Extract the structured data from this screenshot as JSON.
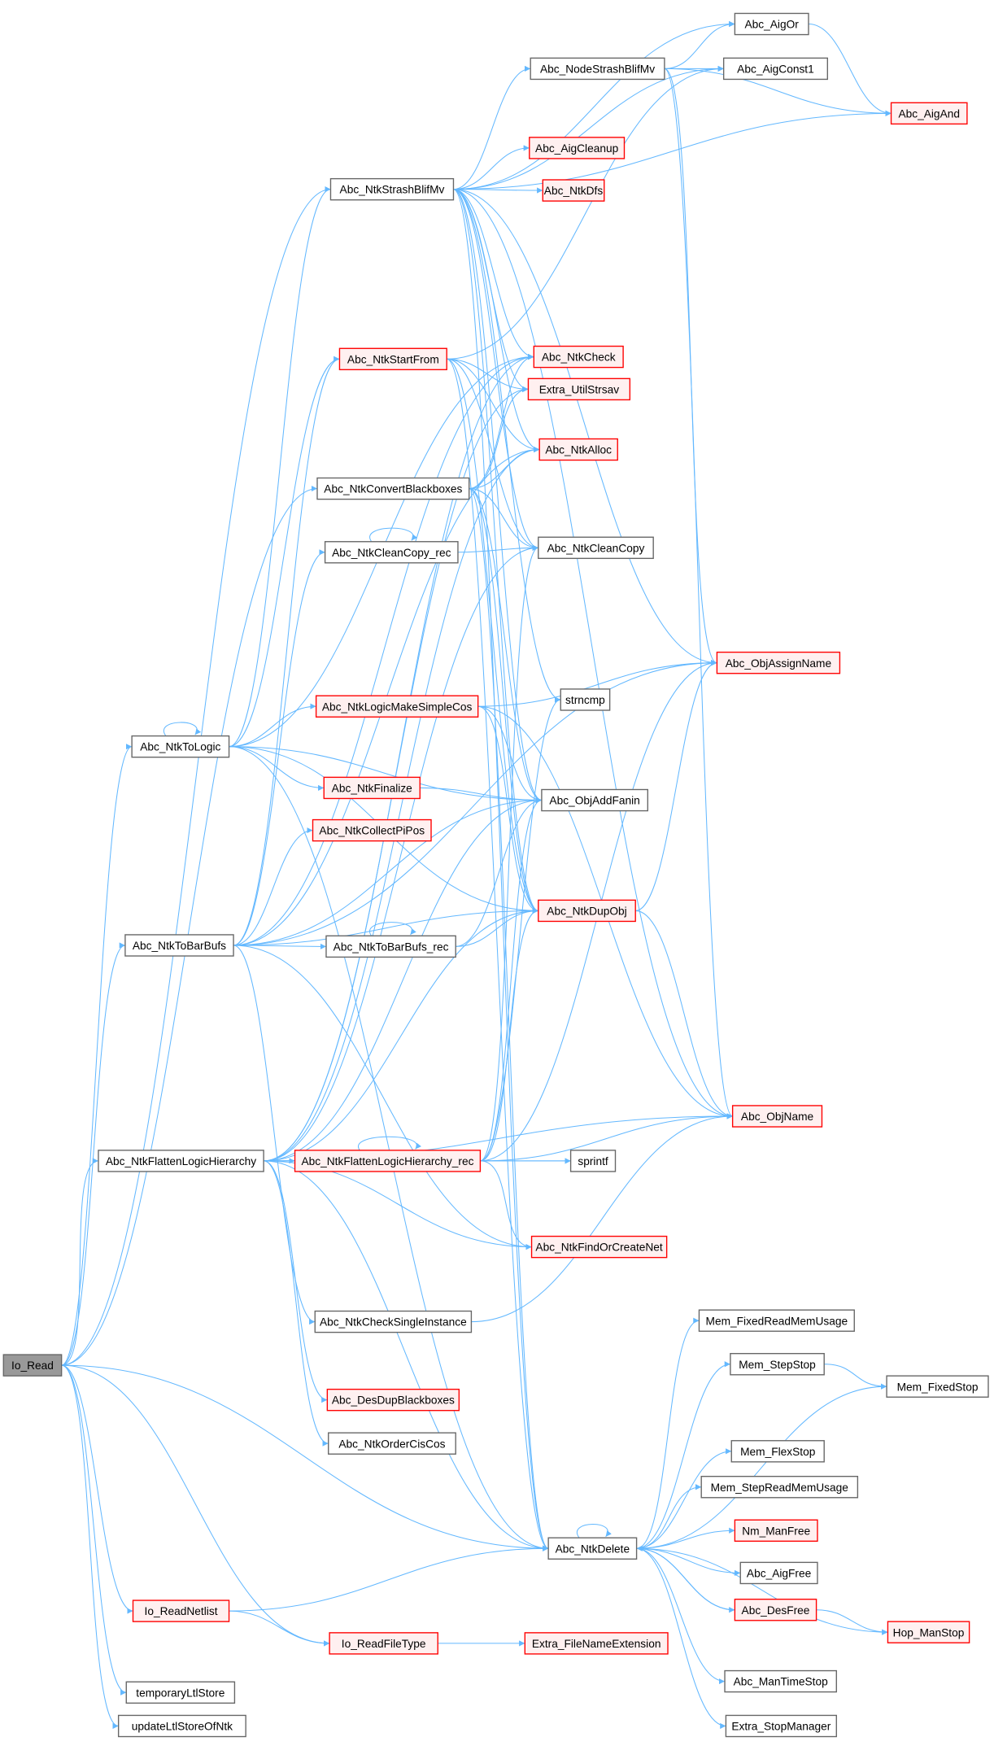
{
  "graph": {
    "root": "Io_Read",
    "colors": {
      "edge": "#63b8ff",
      "root_fill": "#999999",
      "red_stroke": "#ff0000",
      "red_fill": "#fff0f0",
      "normal_stroke": "#666666"
    },
    "nodes": [
      {
        "id": "Io_Read",
        "label": "Io_Read",
        "red": false,
        "root": true
      },
      {
        "id": "Abc_AigOr",
        "label": "Abc_AigOr",
        "red": false
      },
      {
        "id": "Abc_AigConst1",
        "label": "Abc_AigConst1",
        "red": false
      },
      {
        "id": "Abc_NodeStrashBlifMv",
        "label": "Abc_NodeStrashBlifMv",
        "red": false
      },
      {
        "id": "Abc_AigAnd",
        "label": "Abc_AigAnd",
        "red": true
      },
      {
        "id": "Abc_AigCleanup",
        "label": "Abc_AigCleanup",
        "red": true
      },
      {
        "id": "Abc_NtkDfs",
        "label": "Abc_NtkDfs",
        "red": true
      },
      {
        "id": "Abc_NtkStrashBlifMv",
        "label": "Abc_NtkStrashBlifMv",
        "red": false
      },
      {
        "id": "Abc_NtkCheck",
        "label": "Abc_NtkCheck",
        "red": true
      },
      {
        "id": "Extra_UtilStrsav",
        "label": "Extra_UtilStrsav",
        "red": true
      },
      {
        "id": "Abc_NtkStartFrom",
        "label": "Abc_NtkStartFrom",
        "red": true
      },
      {
        "id": "Abc_NtkAlloc",
        "label": "Abc_NtkAlloc",
        "red": true
      },
      {
        "id": "Abc_NtkConvertBlackboxes",
        "label": "Abc_NtkConvertBlackboxes",
        "red": false
      },
      {
        "id": "Abc_NtkCleanCopy",
        "label": "Abc_NtkCleanCopy",
        "red": false
      },
      {
        "id": "Abc_NtkCleanCopy_rec",
        "label": "Abc_NtkCleanCopy_rec",
        "red": false
      },
      {
        "id": "Abc_ObjAssignName",
        "label": "Abc_ObjAssignName",
        "red": true
      },
      {
        "id": "strncmp",
        "label": "strncmp",
        "red": false
      },
      {
        "id": "Abc_NtkLogicMakeSimpleCos",
        "label": "Abc_NtkLogicMakeSimpleCos",
        "red": true
      },
      {
        "id": "Abc_NtkToLogic",
        "label": "Abc_NtkToLogic",
        "red": false
      },
      {
        "id": "Abc_NtkFinalize",
        "label": "Abc_NtkFinalize",
        "red": true
      },
      {
        "id": "Abc_ObjAddFanin",
        "label": "Abc_ObjAddFanin",
        "red": false
      },
      {
        "id": "Abc_NtkCollectPiPos",
        "label": "Abc_NtkCollectPiPos",
        "red": true
      },
      {
        "id": "Abc_NtkDupObj",
        "label": "Abc_NtkDupObj",
        "red": true
      },
      {
        "id": "Abc_NtkToBarBufs",
        "label": "Abc_NtkToBarBufs",
        "red": false
      },
      {
        "id": "Abc_NtkToBarBufs_rec",
        "label": "Abc_NtkToBarBufs_rec",
        "red": false
      },
      {
        "id": "Abc_ObjName",
        "label": "Abc_ObjName",
        "red": true
      },
      {
        "id": "Abc_NtkFlattenLogicHierarchy",
        "label": "Abc_NtkFlattenLogicHierarchy",
        "red": false
      },
      {
        "id": "Abc_NtkFlattenLogicHierarchy_rec",
        "label": "Abc_NtkFlattenLogicHierarchy_rec",
        "red": true
      },
      {
        "id": "sprintf",
        "label": "sprintf",
        "red": false
      },
      {
        "id": "Abc_NtkFindOrCreateNet",
        "label": "Abc_NtkFindOrCreateNet",
        "red": true
      },
      {
        "id": "Abc_NtkCheckSingleInstance",
        "label": "Abc_NtkCheckSingleInstance",
        "red": false
      },
      {
        "id": "Mem_FixedReadMemUsage",
        "label": "Mem_FixedReadMemUsage",
        "red": false
      },
      {
        "id": "Mem_StepStop",
        "label": "Mem_StepStop",
        "red": false
      },
      {
        "id": "Mem_FixedStop",
        "label": "Mem_FixedStop",
        "red": false
      },
      {
        "id": "Abc_DesDupBlackboxes",
        "label": "Abc_DesDupBlackboxes",
        "red": true
      },
      {
        "id": "Mem_FlexStop",
        "label": "Mem_FlexStop",
        "red": false
      },
      {
        "id": "Abc_NtkOrderCisCos",
        "label": "Abc_NtkOrderCisCos",
        "red": false
      },
      {
        "id": "Mem_StepReadMemUsage",
        "label": "Mem_StepReadMemUsage",
        "red": false
      },
      {
        "id": "Nm_ManFree",
        "label": "Nm_ManFree",
        "red": true
      },
      {
        "id": "Abc_NtkDelete",
        "label": "Abc_NtkDelete",
        "red": false
      },
      {
        "id": "Abc_AigFree",
        "label": "Abc_AigFree",
        "red": false
      },
      {
        "id": "Abc_DesFree",
        "label": "Abc_DesFree",
        "red": true
      },
      {
        "id": "Hop_ManStop",
        "label": "Hop_ManStop",
        "red": true
      },
      {
        "id": "Io_ReadNetlist",
        "label": "Io_ReadNetlist",
        "red": true
      },
      {
        "id": "Io_ReadFileType",
        "label": "Io_ReadFileType",
        "red": true
      },
      {
        "id": "Extra_FileNameExtension",
        "label": "Extra_FileNameExtension",
        "red": true
      },
      {
        "id": "temporaryLtlStore",
        "label": "temporaryLtlStore",
        "red": false
      },
      {
        "id": "Abc_ManTimeStop",
        "label": "Abc_ManTimeStop",
        "red": false
      },
      {
        "id": "updateLtlStoreOfNtk",
        "label": "updateLtlStoreOfNtk",
        "red": false
      },
      {
        "id": "Extra_StopManager",
        "label": "Extra_StopManager",
        "red": false
      }
    ],
    "edges": [
      [
        "Io_Read",
        "Abc_NtkStrashBlifMv"
      ],
      [
        "Io_Read",
        "Abc_NtkToLogic"
      ],
      [
        "Io_Read",
        "Abc_NtkConvertBlackboxes"
      ],
      [
        "Io_Read",
        "Abc_NtkToBarBufs"
      ],
      [
        "Io_Read",
        "Abc_NtkFlattenLogicHierarchy"
      ],
      [
        "Io_Read",
        "Abc_NtkDelete"
      ],
      [
        "Io_Read",
        "Io_ReadNetlist"
      ],
      [
        "Io_Read",
        "Io_ReadFileType"
      ],
      [
        "Io_Read",
        "temporaryLtlStore"
      ],
      [
        "Io_Read",
        "updateLtlStoreOfNtk"
      ],
      [
        "Abc_NtkStrashBlifMv",
        "Abc_AigOr"
      ],
      [
        "Abc_NtkStrashBlifMv",
        "Abc_AigConst1"
      ],
      [
        "Abc_NtkStrashBlifMv",
        "Abc_NodeStrashBlifMv"
      ],
      [
        "Abc_NtkStrashBlifMv",
        "Abc_AigAnd"
      ],
      [
        "Abc_NtkStrashBlifMv",
        "Abc_AigCleanup"
      ],
      [
        "Abc_NtkStrashBlifMv",
        "Abc_NtkDfs"
      ],
      [
        "Abc_NtkStrashBlifMv",
        "Abc_NtkCheck"
      ],
      [
        "Abc_NtkStrashBlifMv",
        "Extra_UtilStrsav"
      ],
      [
        "Abc_NtkStrashBlifMv",
        "Abc_NtkAlloc"
      ],
      [
        "Abc_NtkStrashBlifMv",
        "Abc_NtkCleanCopy"
      ],
      [
        "Abc_NtkStrashBlifMv",
        "Abc_ObjAssignName"
      ],
      [
        "Abc_NtkStrashBlifMv",
        "strncmp"
      ],
      [
        "Abc_NtkStrashBlifMv",
        "Abc_ObjAddFanin"
      ],
      [
        "Abc_NtkStrashBlifMv",
        "Abc_NtkDupObj"
      ],
      [
        "Abc_NtkStrashBlifMv",
        "Abc_ObjName"
      ],
      [
        "Abc_NtkStrashBlifMv",
        "Abc_NtkDelete"
      ],
      [
        "Abc_NodeStrashBlifMv",
        "Abc_AigOr"
      ],
      [
        "Abc_NodeStrashBlifMv",
        "Abc_AigConst1"
      ],
      [
        "Abc_NodeStrashBlifMv",
        "Abc_AigAnd"
      ],
      [
        "Abc_NodeStrashBlifMv",
        "Abc_ObjAssignName"
      ],
      [
        "Abc_NodeStrashBlifMv",
        "Abc_ObjName"
      ],
      [
        "Abc_AigOr",
        "Abc_AigAnd"
      ],
      [
        "Abc_NtkStartFrom",
        "Extra_UtilStrsav"
      ],
      [
        "Abc_NtkStartFrom",
        "Abc_NtkAlloc"
      ],
      [
        "Abc_NtkStartFrom",
        "Abc_NtkCleanCopy"
      ],
      [
        "Abc_NtkStartFrom",
        "Abc_AigConst1"
      ],
      [
        "Abc_NtkStartFrom",
        "Abc_NtkDupObj"
      ],
      [
        "Abc_NtkStartFrom",
        "Abc_NtkDelete"
      ],
      [
        "Abc_NtkConvertBlackboxes",
        "Abc_NtkCheck"
      ],
      [
        "Abc_NtkConvertBlackboxes",
        "Extra_UtilStrsav"
      ],
      [
        "Abc_NtkConvertBlackboxes",
        "Abc_NtkAlloc"
      ],
      [
        "Abc_NtkConvertBlackboxes",
        "Abc_NtkCleanCopy"
      ],
      [
        "Abc_NtkConvertBlackboxes",
        "Abc_ObjAddFanin"
      ],
      [
        "Abc_NtkConvertBlackboxes",
        "Abc_NtkDupObj"
      ],
      [
        "Abc_NtkConvertBlackboxes",
        "Abc_NtkDelete"
      ],
      [
        "Abc_NtkCleanCopy_rec",
        "Abc_NtkCleanCopy_rec"
      ],
      [
        "Abc_NtkCleanCopy_rec",
        "Abc_NtkCleanCopy"
      ],
      [
        "Abc_NtkToLogic",
        "Abc_NtkToLogic"
      ],
      [
        "Abc_NtkToLogic",
        "Abc_NtkStrashBlifMv"
      ],
      [
        "Abc_NtkToLogic",
        "Abc_NtkStartFrom"
      ],
      [
        "Abc_NtkToLogic",
        "Abc_NtkLogicMakeSimpleCos"
      ],
      [
        "Abc_NtkToLogic",
        "Abc_NtkFinalize"
      ],
      [
        "Abc_NtkToLogic",
        "Abc_NtkDupObj"
      ],
      [
        "Abc_NtkToLogic",
        "Abc_ObjAddFanin"
      ],
      [
        "Abc_NtkToLogic",
        "Abc_NtkCheck"
      ],
      [
        "Abc_NtkToLogic",
        "Abc_NtkDelete"
      ],
      [
        "Abc_NtkLogicMakeSimpleCos",
        "Abc_ObjAssignName"
      ],
      [
        "Abc_NtkLogicMakeSimpleCos",
        "Abc_ObjAddFanin"
      ],
      [
        "Abc_NtkLogicMakeSimpleCos",
        "Abc_NtkDupObj"
      ],
      [
        "Abc_NtkLogicMakeSimpleCos",
        "Abc_ObjName"
      ],
      [
        "Abc_NtkFinalize",
        "Abc_ObjAddFanin"
      ],
      [
        "Abc_NtkToBarBufs",
        "Abc_NtkCollectPiPos"
      ],
      [
        "Abc_NtkToBarBufs",
        "Abc_NtkToBarBufs_rec"
      ],
      [
        "Abc_NtkToBarBufs",
        "Abc_NtkDupObj"
      ],
      [
        "Abc_NtkToBarBufs",
        "Abc_ObjAddFanin"
      ],
      [
        "Abc_NtkToBarBufs",
        "Abc_NtkStartFrom"
      ],
      [
        "Abc_NtkToBarBufs",
        "Abc_NtkCleanCopy_rec"
      ],
      [
        "Abc_NtkToBarBufs",
        "Abc_ObjAssignName"
      ],
      [
        "Abc_NtkToBarBufs",
        "Abc_NtkCheck"
      ],
      [
        "Abc_NtkToBarBufs",
        "Abc_NtkAlloc"
      ],
      [
        "Abc_NtkToBarBufs",
        "Abc_NtkFindOrCreateNet"
      ],
      [
        "Abc_NtkToBarBufs",
        "Abc_NtkCheckSingleInstance"
      ],
      [
        "Abc_NtkToBarBufs_rec",
        "Abc_NtkToBarBufs_rec"
      ],
      [
        "Abc_NtkToBarBufs_rec",
        "Abc_ObjAddFanin"
      ],
      [
        "Abc_NtkToBarBufs_rec",
        "Abc_NtkDupObj"
      ],
      [
        "Abc_NtkFlattenLogicHierarchy",
        "Abc_NtkFlattenLogicHierarchy_rec"
      ],
      [
        "Abc_NtkFlattenLogicHierarchy",
        "Abc_NtkCheck"
      ],
      [
        "Abc_NtkFlattenLogicHierarchy",
        "Extra_UtilStrsav"
      ],
      [
        "Abc_NtkFlattenLogicHierarchy",
        "Abc_NtkAlloc"
      ],
      [
        "Abc_NtkFlattenLogicHierarchy",
        "Abc_NtkCleanCopy"
      ],
      [
        "Abc_NtkFlattenLogicHierarchy",
        "Abc_ObjAddFanin"
      ],
      [
        "Abc_NtkFlattenLogicHierarchy",
        "Abc_NtkDupObj"
      ],
      [
        "Abc_NtkFlattenLogicHierarchy",
        "Abc_NtkFindOrCreateNet"
      ],
      [
        "Abc_NtkFlattenLogicHierarchy",
        "Abc_DesDupBlackboxes"
      ],
      [
        "Abc_NtkFlattenLogicHierarchy",
        "Abc_NtkOrderCisCos"
      ],
      [
        "Abc_NtkFlattenLogicHierarchy",
        "Abc_ObjName"
      ],
      [
        "Abc_NtkFlattenLogicHierarchy",
        "Abc_NtkDelete"
      ],
      [
        "Abc_NtkFlattenLogicHierarchy",
        "sprintf"
      ],
      [
        "Abc_NtkFlattenLogicHierarchy_rec",
        "Abc_NtkFlattenLogicHierarchy_rec"
      ],
      [
        "Abc_NtkFlattenLogicHierarchy_rec",
        "sprintf"
      ],
      [
        "Abc_NtkFlattenLogicHierarchy_rec",
        "Abc_NtkFindOrCreateNet"
      ],
      [
        "Abc_NtkFlattenLogicHierarchy_rec",
        "Abc_ObjName"
      ],
      [
        "Abc_NtkFlattenLogicHierarchy_rec",
        "Abc_NtkDupObj"
      ],
      [
        "Abc_NtkFlattenLogicHierarchy_rec",
        "Abc_ObjAddFanin"
      ],
      [
        "Abc_NtkFlattenLogicHierarchy_rec",
        "Abc_NtkCleanCopy"
      ],
      [
        "Abc_NtkFlattenLogicHierarchy_rec",
        "strncmp"
      ],
      [
        "Abc_NtkFlattenLogicHierarchy_rec",
        "Abc_ObjAssignName"
      ],
      [
        "Abc_NtkDupObj",
        "Abc_ObjAssignName"
      ],
      [
        "Abc_NtkDupObj",
        "Abc_ObjName"
      ],
      [
        "Abc_NtkCheckSingleInstance",
        "Abc_ObjName"
      ],
      [
        "Abc_NtkDelete",
        "Abc_NtkDelete"
      ],
      [
        "Abc_NtkDelete",
        "Mem_FixedReadMemUsage"
      ],
      [
        "Abc_NtkDelete",
        "Mem_StepStop"
      ],
      [
        "Abc_NtkDelete",
        "Mem_FixedStop"
      ],
      [
        "Abc_NtkDelete",
        "Mem_FlexStop"
      ],
      [
        "Abc_NtkDelete",
        "Mem_StepReadMemUsage"
      ],
      [
        "Abc_NtkDelete",
        "Nm_ManFree"
      ],
      [
        "Abc_NtkDelete",
        "Abc_AigFree"
      ],
      [
        "Abc_NtkDelete",
        "Abc_DesFree"
      ],
      [
        "Abc_NtkDelete",
        "Hop_ManStop"
      ],
      [
        "Abc_NtkDelete",
        "Abc_ManTimeStop"
      ],
      [
        "Abc_NtkDelete",
        "Extra_StopManager"
      ],
      [
        "Mem_StepStop",
        "Mem_FixedStop"
      ],
      [
        "Abc_DesFree",
        "Abc_NtkDelete"
      ],
      [
        "Abc_DesFree",
        "Hop_ManStop"
      ],
      [
        "Io_ReadNetlist",
        "Abc_NtkDelete"
      ],
      [
        "Io_ReadNetlist",
        "Io_ReadFileType"
      ],
      [
        "Io_ReadFileType",
        "Extra_FileNameExtension"
      ]
    ]
  }
}
